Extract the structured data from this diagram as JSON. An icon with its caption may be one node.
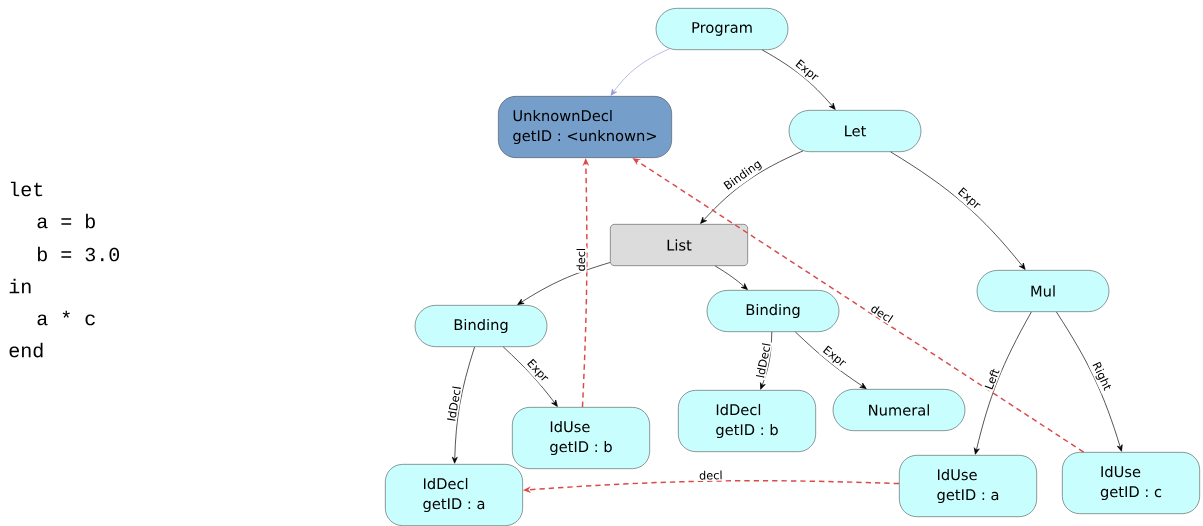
{
  "diagram": {
    "nodes": [
      {
        "text": [
          "Program"
        ]
      },
      {
        "text": [
          "UnknownDecl",
          "getID : <unknown>"
        ]
      },
      {
        "text": [
          "Let"
        ]
      },
      {
        "text": [
          "List"
        ]
      },
      {
        "text": [
          "Binding"
        ]
      },
      {
        "text": [
          "Binding"
        ]
      },
      {
        "text": [
          "Mul"
        ]
      },
      {
        "text": [
          "IdUse",
          "getID : b"
        ]
      },
      {
        "text": [
          "IdDecl",
          "getID : b"
        ]
      },
      {
        "text": [
          "Numeral"
        ]
      },
      {
        "text": [
          "IdDecl",
          "getID : a"
        ]
      },
      {
        "text": [
          "IdUse",
          "getID : a"
        ]
      },
      {
        "text": [
          "IdUse",
          "getID : c"
        ]
      }
    ],
    "edges": [
      {
        "from": 0,
        "to": 1,
        "arrow": "to",
        "color": "#9999dd"
      },
      {
        "from": 0,
        "to": 2,
        "arrow": "to",
        "label": "Expr"
      },
      {
        "from": 2,
        "to": 3,
        "arrow": "to",
        "label": "Binding"
      },
      {
        "from": 2,
        "to": 6,
        "arrow": "to",
        "label": "Expr"
      },
      {
        "from": 3,
        "to": 4,
        "arrow": "to"
      },
      {
        "from": 3,
        "to": 5,
        "arrow": "to"
      },
      {
        "from": 4,
        "to": 10,
        "arrow": "to",
        "label": "IdDecl"
      },
      {
        "from": 4,
        "to": 7,
        "arrow": "to",
        "label": "Expr"
      },
      {
        "from": 5,
        "to": 8,
        "arrow": "to",
        "label": "IdDecl"
      },
      {
        "from": 5,
        "to": 9,
        "arrow": "to",
        "label": "Expr"
      },
      {
        "from": 6,
        "to": 11,
        "arrow": "to",
        "label": "Left"
      },
      {
        "from": 6,
        "to": 12,
        "arrow": "to",
        "label": "Right"
      },
      {
        "from": 7,
        "to": 1,
        "arrow": "to",
        "label": "decl",
        "style": "dashed",
        "color": "#d94a4a"
      },
      {
        "from": 12,
        "to": 1,
        "arrow": "to",
        "label": "decl",
        "style": "dashed",
        "color": "#d94a4a"
      },
      {
        "from": 11,
        "to": 10,
        "arrow": "to",
        "label": "decl",
        "style": "dashed",
        "color": "#d94a4a"
      }
    ],
    "labels": [
      "let",
      "a = b",
      "b = 3.0",
      "in",
      "a * c",
      "end"
    ]
  }
}
